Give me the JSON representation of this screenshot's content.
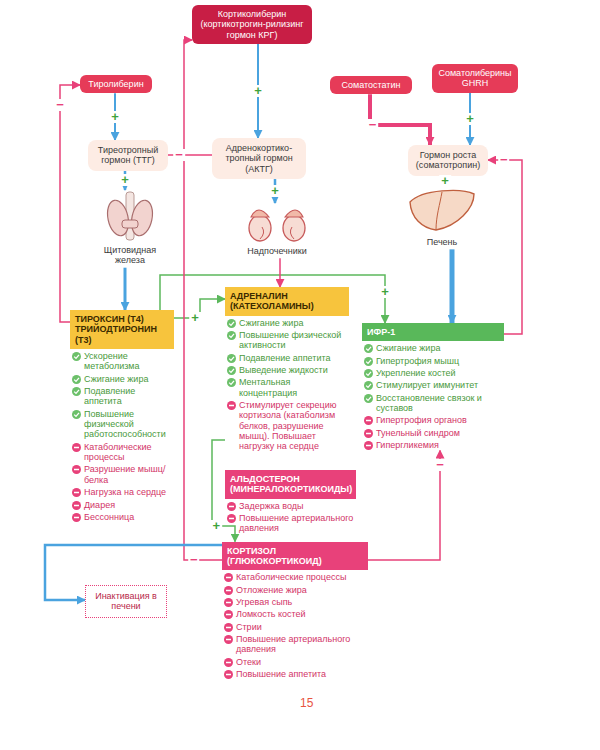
{
  "diagram": {
    "nodes": [
      {
        "text": [
          "Тиролиберин"
        ]
      },
      {
        "text": [
          "Кортиколиберин (кортикотрогин-рилизинг гормон КРГ)"
        ]
      },
      {
        "text": [
          "Соматостатин"
        ]
      },
      {
        "text": [
          "Соматолиберины GHRH"
        ]
      },
      {
        "text": [
          "Тиреотропный гормон (ТТГ)"
        ]
      },
      {
        "text": [
          "Адренокортико-тропный гормон (АКТГ)"
        ]
      },
      {
        "text": [
          "Гормон роста (соматотропин)"
        ]
      },
      {
        "text": [
          "Щитовидная железа"
        ]
      },
      {
        "text": [
          "Надпочечники"
        ]
      },
      {
        "text": [
          "Печень"
        ]
      },
      {
        "text": [
          "ТИРОКСИН (Т4) ТРИЙОДТИРОНИН (Т3)",
          "Ускорение метаболизма",
          "Сжигание жира",
          "Подавление аппетита",
          "Повышение физической работоспособности",
          "Катаболические процессы",
          "Разрушение мышц/белка",
          "Нагрузка на сердце",
          "Диарея",
          "Бессонница"
        ]
      },
      {
        "text": [
          "АДРЕНАЛИН (КАТЕХОЛАМИНЫ)",
          "Сжигание жира",
          "Повышение физической активности",
          "Подавление аппетита",
          "Выведение жидкости",
          "Ментальная концентрация",
          "Стимулирует секрецию кортизола (катаболизм белков, разрушение мышц). Повышает нагрузку на сердце"
        ]
      },
      {
        "text": [
          "ИФР-1",
          "Сжигание жира",
          "Гипертрофия мышц",
          "Укрепление костей",
          "Стимулирует иммунитет",
          "Восстановление связок и суставов",
          "Гипертрофия органов",
          "Тунельный синдром",
          "Гипергликемия"
        ]
      },
      {
        "text": [
          "АЛЬДОСТЕРОН (МИНЕРАЛОКОРТИКОИДЫ)",
          "Задержка воды",
          "Повышение артериального давления"
        ]
      },
      {
        "text": [
          "КОРТИЗОЛ (ГЛЮКОКОРТИКОИД)",
          "Катаболические процессы",
          "Отложение жира",
          "Угревая сыпь",
          "Ломкость костей",
          "Стрии",
          "Повышение артериального давления",
          "Отеки",
          "Повышение аппетита"
        ]
      },
      {
        "text": [
          "Инактивация в печени"
        ]
      }
    ],
    "edges": [
      {
        "from": 0,
        "to": 4,
        "arrow": "to",
        "label": "+"
      },
      {
        "from": 1,
        "to": 5,
        "arrow": "to",
        "label": "+"
      },
      {
        "from": 2,
        "to": 6,
        "arrow": "to",
        "label": "−"
      },
      {
        "from": 3,
        "to": 6,
        "arrow": "to",
        "label": "+"
      },
      {
        "from": 4,
        "to": 5,
        "arrow": "none",
        "label": "−"
      },
      {
        "from": 4,
        "to": 7,
        "arrow": "to",
        "label": "+"
      },
      {
        "from": 5,
        "to": 8,
        "arrow": "to",
        "label": "+"
      },
      {
        "from": 6,
        "to": 9,
        "arrow": "to",
        "label": "+"
      },
      {
        "from": 7,
        "to": 10,
        "arrow": "to"
      },
      {
        "from": 9,
        "to": 12,
        "arrow": "to"
      },
      {
        "from": 10,
        "to": 0,
        "arrow": "to",
        "label": "−"
      },
      {
        "from": 10,
        "to": 11,
        "arrow": "to",
        "label": "+"
      },
      {
        "from": 10,
        "to": 12,
        "arrow": "to",
        "label": "+"
      },
      {
        "from": 11,
        "to": 14,
        "arrow": "to",
        "label": "+"
      },
      {
        "from": 8,
        "to": 11,
        "arrow": "to"
      },
      {
        "from": 14,
        "to": 1,
        "arrow": "to",
        "label": "−"
      },
      {
        "from": 14,
        "to": 15,
        "arrow": "to"
      },
      {
        "from": 14,
        "to": 12,
        "arrow": "to",
        "label": "−"
      },
      {
        "from": 12,
        "to": 6,
        "arrow": "to",
        "label": "−"
      }
    ],
    "labels": [
      "15"
    ]
  }
}
